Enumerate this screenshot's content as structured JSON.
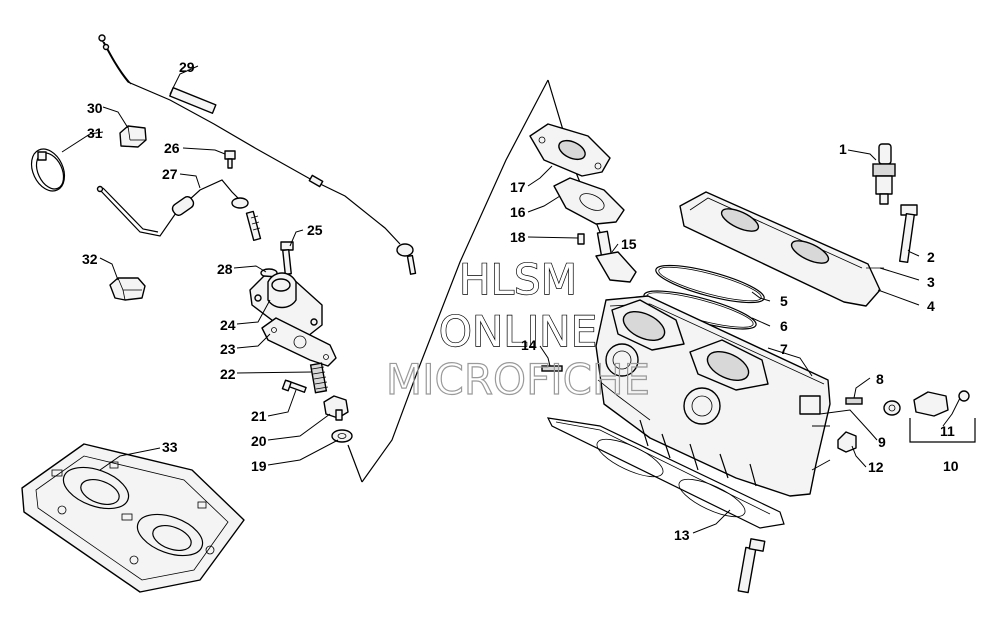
{
  "watermark": {
    "line1": "HLSM",
    "line2": "ONLINE",
    "line3": "MICROFICHE"
  },
  "callouts": {
    "c1": "1",
    "c2": "2",
    "c3": "3",
    "c4": "4",
    "c5": "5",
    "c6": "6",
    "c7": "7",
    "c8": "8",
    "c9": "9",
    "c10": "10",
    "c11": "11",
    "c12": "12",
    "c13": "13",
    "c14": "14",
    "c15": "15",
    "c16": "16",
    "c17": "17",
    "c18": "18",
    "c19": "19",
    "c20": "20",
    "c21": "21",
    "c22": "22",
    "c23": "23",
    "c24": "24",
    "c25": "25",
    "c26": "26",
    "c27": "27",
    "c28": "28",
    "c29": "29",
    "c30": "30",
    "c31": "31",
    "c32": "32",
    "c33": "33"
  },
  "colors": {
    "line": "#000000",
    "fill": "#f4f4f4",
    "watermark_faint": "#9a9a9a"
  }
}
